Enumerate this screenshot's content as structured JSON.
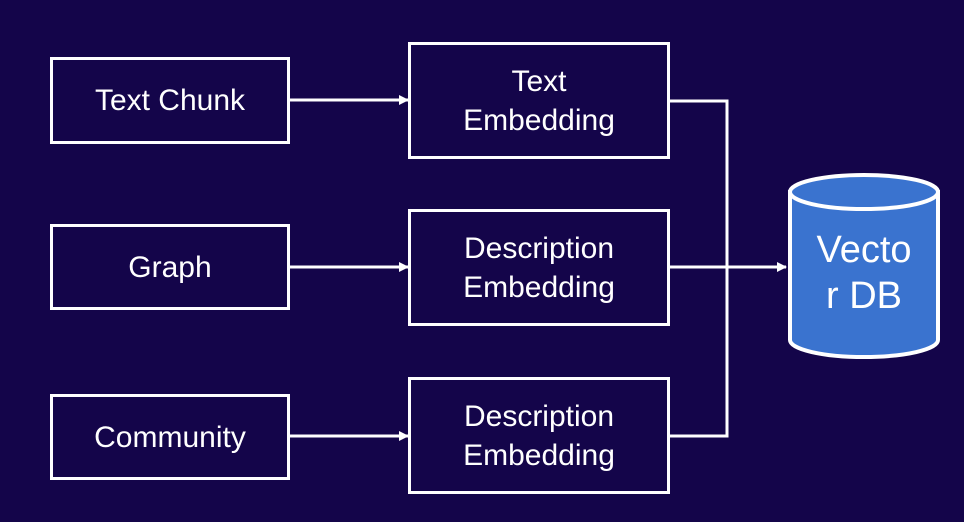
{
  "sources": [
    {
      "label": "Text Chunk"
    },
    {
      "label": "Graph"
    },
    {
      "label": "Community"
    }
  ],
  "embeddings": [
    {
      "label": "Text\nEmbedding"
    },
    {
      "label": "Description\nEmbedding"
    },
    {
      "label": "Description\nEmbedding"
    }
  ],
  "database": {
    "label": "Vecto\nr DB"
  },
  "colors": {
    "background": "#14054a",
    "box_border": "#ffffff",
    "connector": "#ffffff",
    "database_fill": "#3a73cf",
    "database_outline": "#ffffff"
  }
}
